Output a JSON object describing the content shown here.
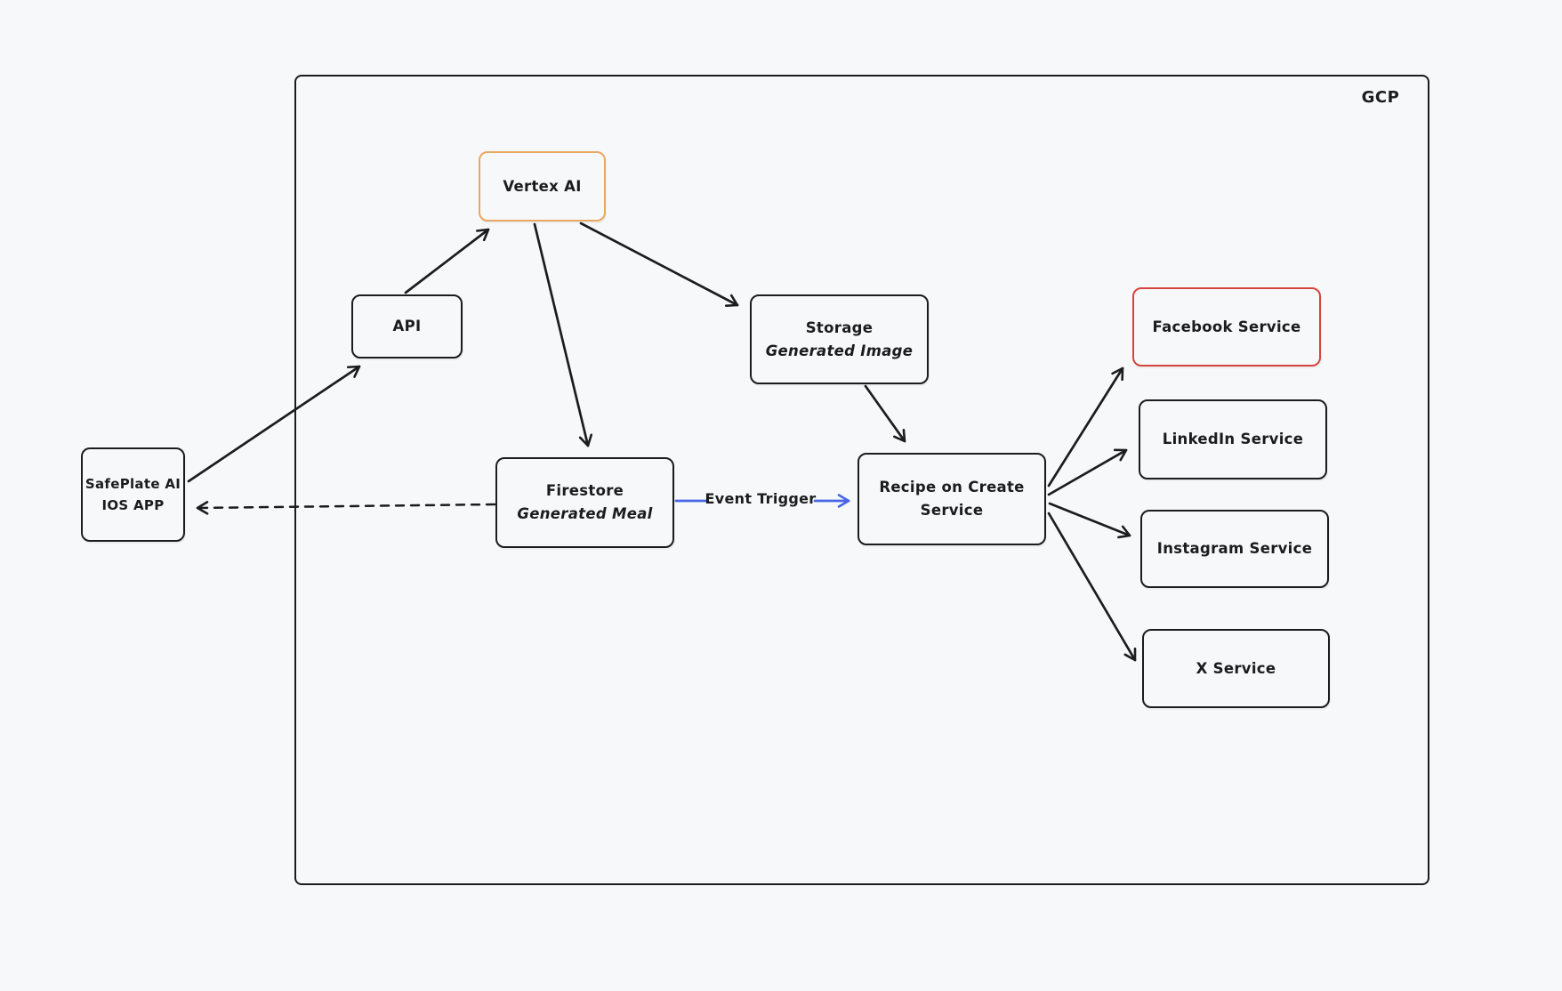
{
  "container": {
    "label": "GCP"
  },
  "nodes": {
    "safeplate": {
      "line1": "SafePlate AI",
      "line2": "IOS APP"
    },
    "api": {
      "line1": "API"
    },
    "vertex": {
      "line1": "Vertex AI"
    },
    "storage": {
      "line1": "Storage",
      "line2": "Generated Image"
    },
    "firestore": {
      "line1": "Firestore",
      "line2": "Generated Meal"
    },
    "recipe": {
      "line1": "Recipe on Create",
      "line2": "Service"
    },
    "facebook": {
      "line1": "Facebook Service"
    },
    "linkedin": {
      "line1": "LinkedIn Service"
    },
    "instagram": {
      "line1": "Instagram Service"
    },
    "xservice": {
      "line1": "X Service"
    }
  },
  "edge_labels": {
    "event_trigger": "Event Trigger"
  },
  "colors": {
    "background": "#f7f8fa",
    "stroke": "#1c1c1c",
    "accent_orange": "#e9a862",
    "accent_red": "#d6453d",
    "accent_blue": "#4765e6"
  }
}
